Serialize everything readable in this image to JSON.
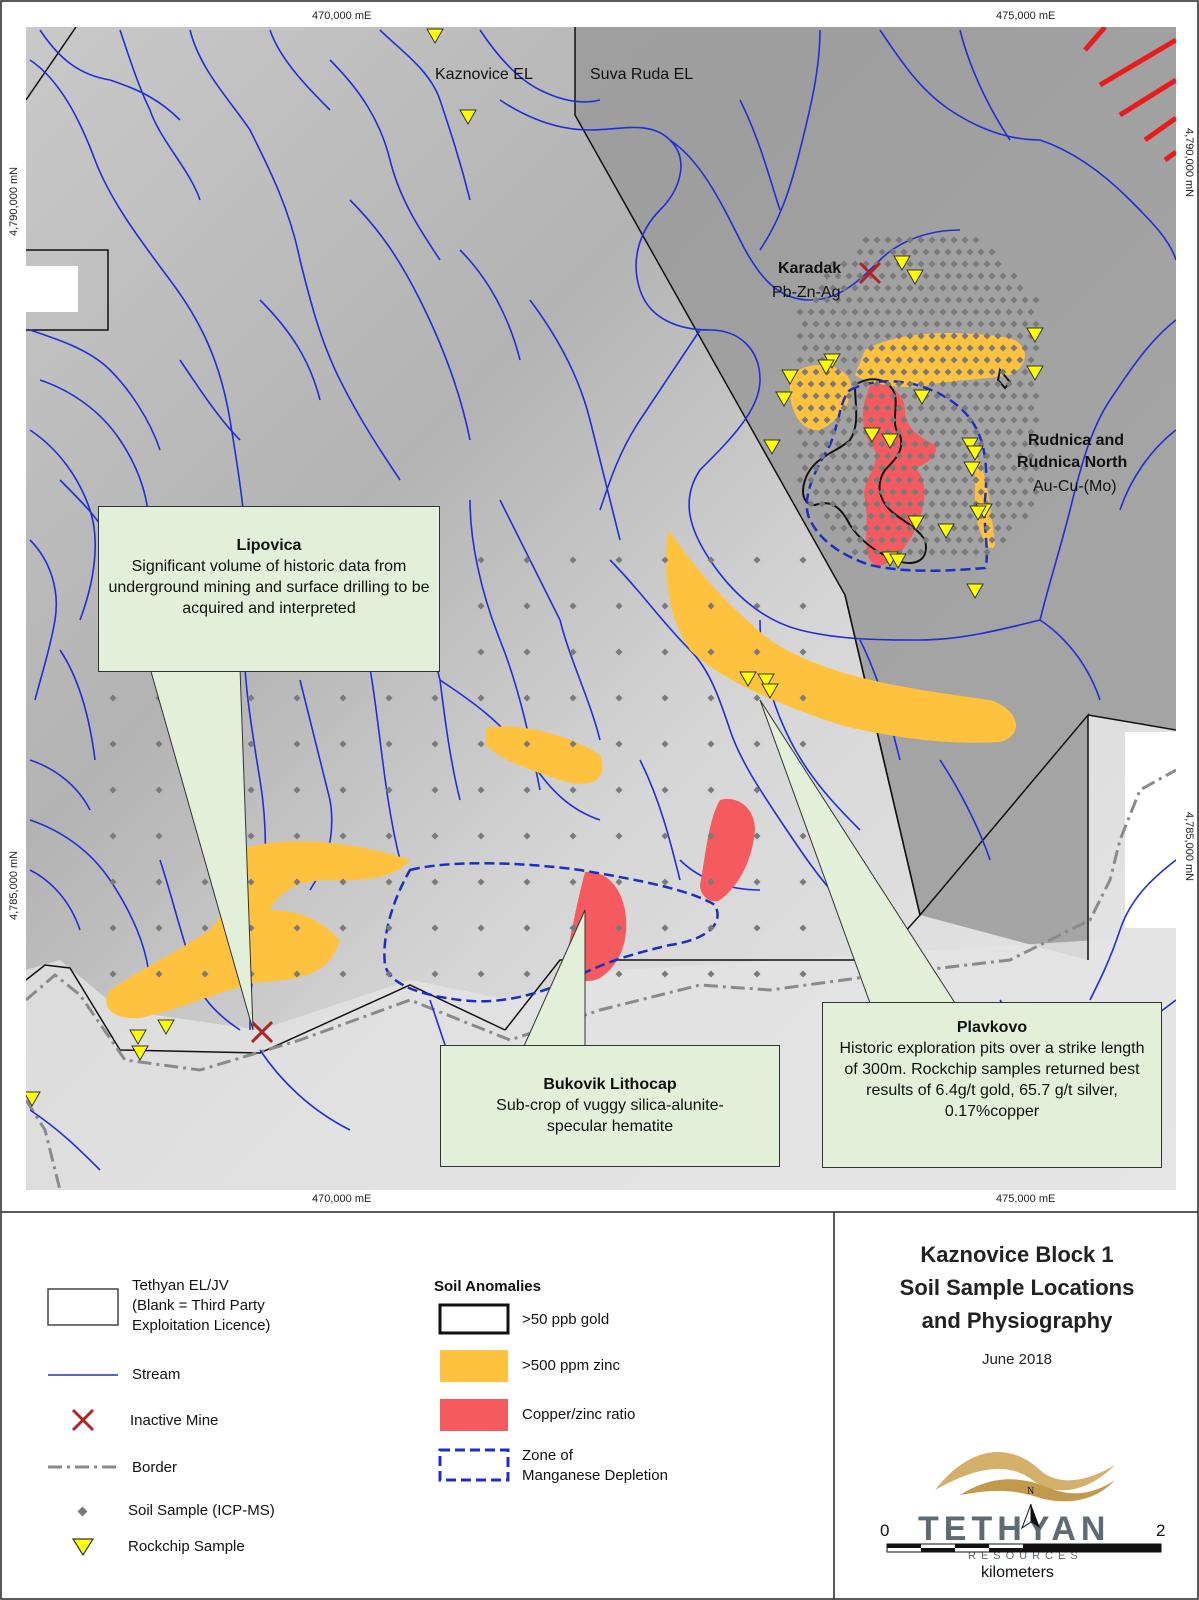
{
  "map": {
    "grid_labels": {
      "easting_1": "470,000 mE",
      "easting_2": "475,000 mE",
      "northing_1": "4,790,000 mN",
      "northing_2": "4,785,000 mN"
    },
    "licence_labels": {
      "kaznovice": "Kaznovice EL",
      "suva_ruda": "Suva Ruda EL"
    },
    "features": {
      "karadak_name": "Karadak",
      "karadak_type": "Pb-Zn-Ag",
      "rudnica_name_1": "Rudnica and",
      "rudnica_name_2": "Rudnica North",
      "rudnica_type": "Au-Cu-(Mo)"
    },
    "callouts": {
      "lipovica": {
        "title": "Lipovica",
        "text": "Significant volume of historic data from underground mining and surface drilling to be acquired and interpreted"
      },
      "bukovik": {
        "title": "Bukovik Lithocap",
        "text": "Sub-crop of vuggy silica-alunite-specular hematite"
      },
      "plavkovo": {
        "title": "Plavkovo",
        "text": "Historic exploration pits over a strike length of 300m. Rockchip samples returned best results of 6.4g/t gold, 65.7 g/t silver, 0.17%copper"
      }
    }
  },
  "legend": {
    "tethyan_el": "Tethyan EL/JV",
    "tethyan_el_note_1": "(Blank = Third Party",
    "tethyan_el_note_2": "Exploitation Licence)",
    "stream": "Stream",
    "inactive_mine": "Inactive Mine",
    "border": "Border",
    "soil_sample": "Soil Sample (ICP-MS)",
    "rockchip_sample": "Rockchip Sample",
    "soil_anomalies_heading": "Soil Anomalies",
    "gold": ">50 ppb gold",
    "zinc": ">500 ppm zinc",
    "cu_zn_ratio": "Copper/zinc ratio",
    "mn_depletion_1": "Zone of",
    "mn_depletion_2": "Manganese Depletion"
  },
  "title_block": {
    "line1": "Kaznovice Block 1",
    "line2": "Soil Sample Locations",
    "line3": "and Physiography",
    "date": "June 2018",
    "logo_name": "TETHYAN",
    "logo_sub": "RESOURCES",
    "north_label": "N",
    "scale_min": "0",
    "scale_max": "2",
    "scale_unit": "kilometers"
  },
  "colors": {
    "stream": "#1f2fd6",
    "zinc": "#ffc23e",
    "cu_zn": "#f55a5e",
    "mn_depletion": "#1a2fc0",
    "rockchip": "#ffff00",
    "mine": "#b22222",
    "callout_bg": "#e2efd9"
  }
}
